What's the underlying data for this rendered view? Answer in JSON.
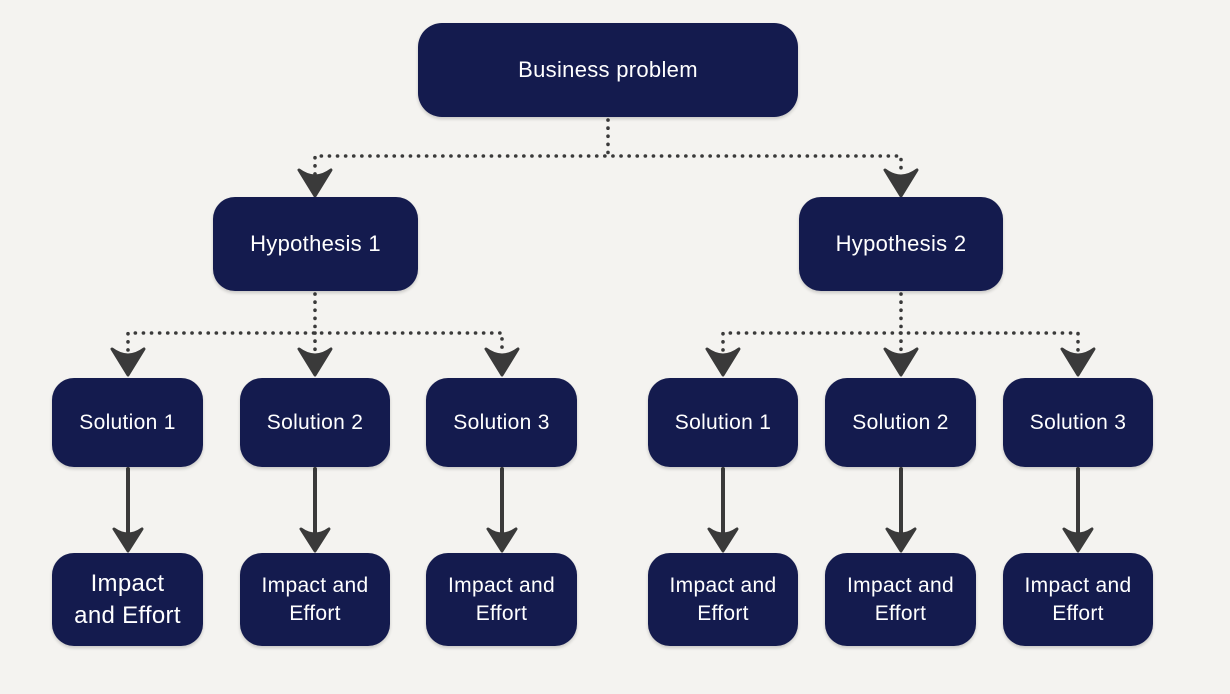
{
  "colors": {
    "background": "#f4f3f0",
    "node_fill": "#141b4e",
    "node_text": "#ffffff",
    "connector": "#3a3a3a"
  },
  "nodes": {
    "root": {
      "label": "Business problem"
    },
    "hypotheses": [
      {
        "label": "Hypothesis 1"
      },
      {
        "label": "Hypothesis 2"
      }
    ],
    "solutions": [
      {
        "label": "Solution 1"
      },
      {
        "label": "Solution 2"
      },
      {
        "label": "Solution 3"
      },
      {
        "label": "Solution 1"
      },
      {
        "label": "Solution 2"
      },
      {
        "label": "Solution 3"
      }
    ],
    "impacts": [
      {
        "label": "Impact and Effort",
        "lines": [
          "Impact",
          "and Effort"
        ]
      },
      {
        "label": "Impact and Effort",
        "lines": [
          "Impact and",
          "Effort"
        ]
      },
      {
        "label": "Impact and Effort",
        "lines": [
          "Impact and",
          "Effort"
        ]
      },
      {
        "label": "Impact and Effort",
        "lines": [
          "Impact and",
          "Effort"
        ]
      },
      {
        "label": "Impact and Effort",
        "lines": [
          "Impact and",
          "Effort"
        ]
      },
      {
        "label": "Impact and Effort",
        "lines": [
          "Impact and",
          "Effort"
        ]
      }
    ]
  },
  "edges": [
    {
      "from": "Business problem",
      "to": "Hypothesis 1",
      "style": "dotted-arrow"
    },
    {
      "from": "Business problem",
      "to": "Hypothesis 2",
      "style": "dotted-arrow"
    },
    {
      "from": "Hypothesis 1",
      "to": "Solution 1",
      "style": "dotted-arrow"
    },
    {
      "from": "Hypothesis 1",
      "to": "Solution 2",
      "style": "dotted-arrow"
    },
    {
      "from": "Hypothesis 1",
      "to": "Solution 3",
      "style": "dotted-arrow"
    },
    {
      "from": "Hypothesis 2",
      "to": "Solution 1",
      "style": "dotted-arrow"
    },
    {
      "from": "Hypothesis 2",
      "to": "Solution 2",
      "style": "dotted-arrow"
    },
    {
      "from": "Hypothesis 2",
      "to": "Solution 3",
      "style": "dotted-arrow"
    },
    {
      "from": "Solution 1 (Hypothesis 1)",
      "to": "Impact and Effort",
      "style": "solid-arrow"
    },
    {
      "from": "Solution 2 (Hypothesis 1)",
      "to": "Impact and Effort",
      "style": "solid-arrow"
    },
    {
      "from": "Solution 3 (Hypothesis 1)",
      "to": "Impact and Effort",
      "style": "solid-arrow"
    },
    {
      "from": "Solution 1 (Hypothesis 2)",
      "to": "Impact and Effort",
      "style": "solid-arrow"
    },
    {
      "from": "Solution 2 (Hypothesis 2)",
      "to": "Impact and Effort",
      "style": "solid-arrow"
    },
    {
      "from": "Solution 3 (Hypothesis 2)",
      "to": "Impact and Effort",
      "style": "solid-arrow"
    }
  ]
}
